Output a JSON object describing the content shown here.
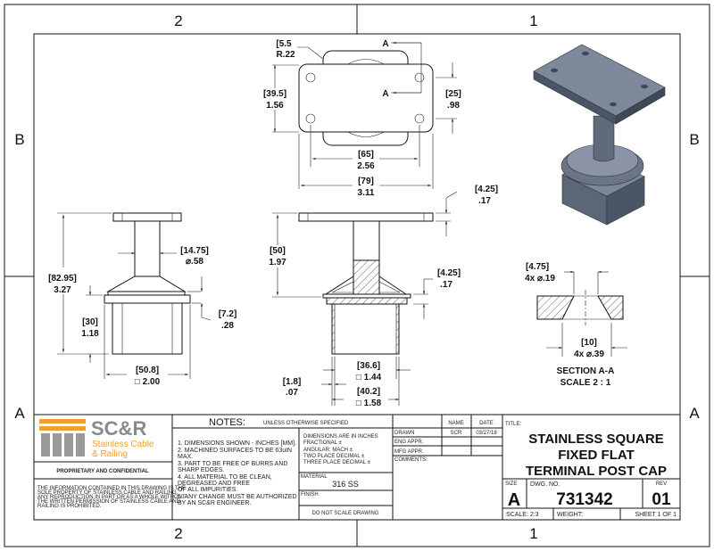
{
  "zones": {
    "top_left": "2",
    "top_right": "1",
    "bottom_left": "2",
    "bottom_right": "1",
    "left_upper": "B",
    "left_lower": "A",
    "right_upper": "B",
    "right_lower": "A"
  },
  "views": {
    "top": {
      "section_marker": "A",
      "radius_mm": "[5.5",
      "radius_in": "R.22",
      "height_mm": "[39.5]",
      "height_in": "1.56",
      "hole_spacing_v_mm": "[25]",
      "hole_spacing_v_in": ".98",
      "hole_spacing_h_mm": "[65]",
      "hole_spacing_h_in": "2.56",
      "width_mm": "[79]",
      "width_in": "3.11"
    },
    "front": {
      "overall_mm": "[82.95]",
      "overall_in": "3.27",
      "stem_mm": "[14.75]",
      "stem_in": "⌀.58",
      "body_mm": "[30]",
      "body_in": "1.18",
      "flange_mm": "[7.2]",
      "flange_in": ".28",
      "square_mm": "[50.8]",
      "square_in": "□ 2.00"
    },
    "side": {
      "plate_t_mm": "[4.25]",
      "plate_t_in": ".17",
      "height_mm": "[50]",
      "height_in": "1.97",
      "flange_t_mm": "[4.25]",
      "flange_t_in": ".17",
      "inner_mm": "[36.6]",
      "inner_in": "□ 1.44",
      "wall_mm": "[1.8]",
      "wall_in": ".07",
      "outer_mm": "[40.2]",
      "outer_in": "□ 1.58"
    },
    "section": {
      "hole_mm": "[4.75]",
      "hole_in": "4x ⌀.19",
      "csk_mm": "[10]",
      "csk_in": "4x ⌀.39",
      "label": "SECTION A-A",
      "scale": "SCALE 2 : 1"
    }
  },
  "logo": {
    "brand": "SC&R",
    "line1": "Stainless Cable",
    "line2": "& Railing",
    "colors": {
      "orange": "#f0a030",
      "gray": "#8a8a8a"
    }
  },
  "title_block": {
    "proprietary": "PROPRIETARY AND CONFIDENTIAL",
    "disclaimer": [
      "THE INFORMATION CONTAINED IN THIS DRAWING IS THE",
      "SOLE PROPERTY OF STAINLESS CABLE AND RAILING.",
      "ANY REPRODUCTION IN PART OR AS A WHOLE WITHOUT",
      "THE WRITTEN PERMISSION OF STAINLESS CABLE AND",
      "RAILING IS PROHIBITED."
    ],
    "notes_label": "NOTES:",
    "notes_sub": "UNLESS OTHERWISE SPECIFIED",
    "notes": [
      "1. DIMENSIONS SHOWN - INCHES [MM].",
      "2. MACHINED SURFACES TO BE 63uIN",
      "MAX.",
      "3. PART TO BE FREE OF BURRS AND",
      "SHARP EDGES.",
      "4. ALL MATERIAL TO BE CLEAN,",
      "DEGREASED AND FREE",
      "OF ALL IMPURITIES.",
      "5. ANY CHANGE MUST BE AUTHORIZED",
      "BY AN SC&R ENGINEER."
    ],
    "tolerances": [
      "DIMENSIONS ARE IN INCHES",
      "FRACTIONAL    ±",
      "ANGULAR: MACH   ±",
      "TWO PLACE DECIMAL   ±",
      "THREE PLACE DECIMAL  ±"
    ],
    "material_label": "MATERIAL",
    "material": "316 SS",
    "finish_label": "FINISH",
    "do_not_scale": "DO NOT SCALE DRAWING",
    "name_header": "NAME",
    "date_header": "DATE",
    "drawn_label": "DRAWN",
    "drawn_name": "SCR",
    "drawn_date": "03/27/18",
    "eng_appr": "ENG APPR.",
    "mfg_appr": "MFG APPR.",
    "comments": "COMMENTS:",
    "title_label": "TITLE:",
    "title": [
      "STAINLESS SQUARE",
      "FIXED FLAT",
      "TERMINAL POST CAP"
    ],
    "size_label": "SIZE",
    "size": "A",
    "dwg_no_label": "DWG.  NO.",
    "dwg_no": "731342",
    "rev_label": "REV",
    "rev": "01",
    "scale": "SCALE: 2:3",
    "weight": "WEIGHT:",
    "sheet": "SHEET 1 OF 1"
  }
}
